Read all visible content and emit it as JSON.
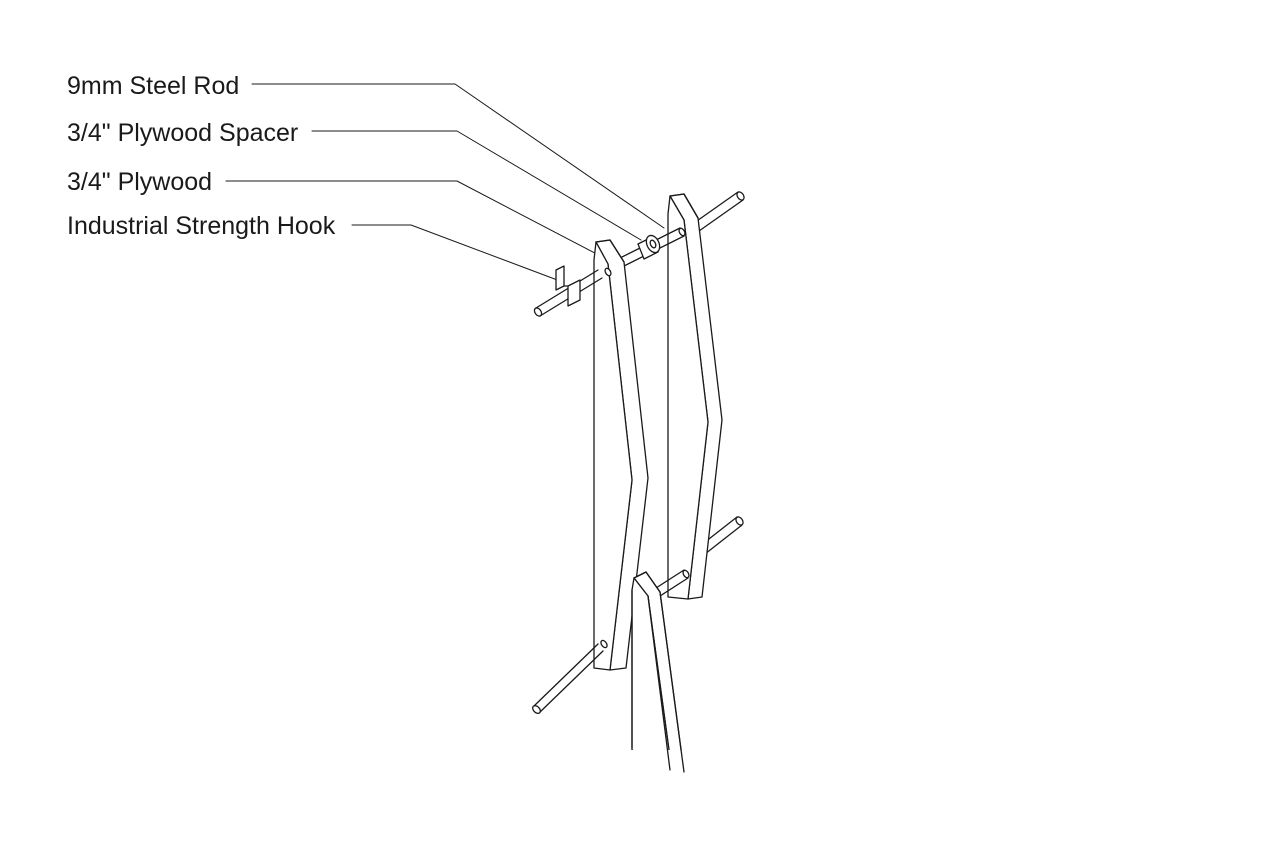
{
  "callouts": [
    {
      "id": "steel-rod",
      "label": "9mm Steel Rod"
    },
    {
      "id": "plywood-spacer",
      "label": "3/4\" Plywood Spacer"
    },
    {
      "id": "plywood",
      "label": "3/4\" Plywood"
    },
    {
      "id": "hook",
      "label": "Industrial Strength Hook"
    }
  ],
  "colors": {
    "ink": "#1a1a1a",
    "background": "#ffffff"
  }
}
